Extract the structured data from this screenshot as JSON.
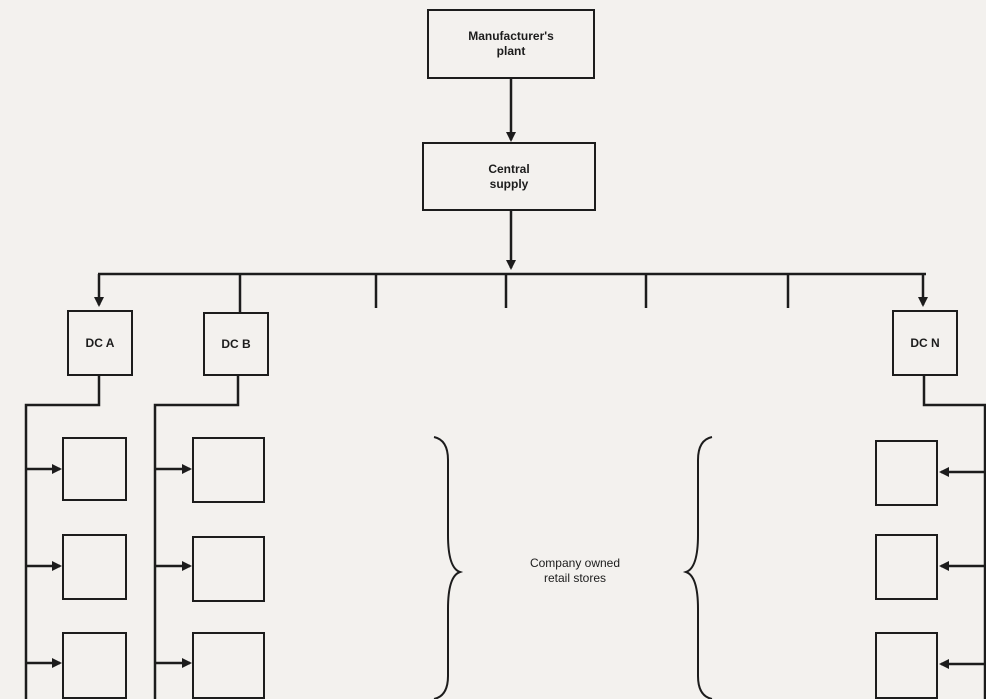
{
  "nodes": {
    "plant": "Manufacturer's\nplant",
    "central": "Central\nsupply",
    "dc_a": "DC A",
    "dc_b": "DC B",
    "dc_n": "DC N"
  },
  "stores_label": "Company owned\nretail stores",
  "colors": {
    "line": "#1c1c1c",
    "background": "#f3f1ee"
  }
}
